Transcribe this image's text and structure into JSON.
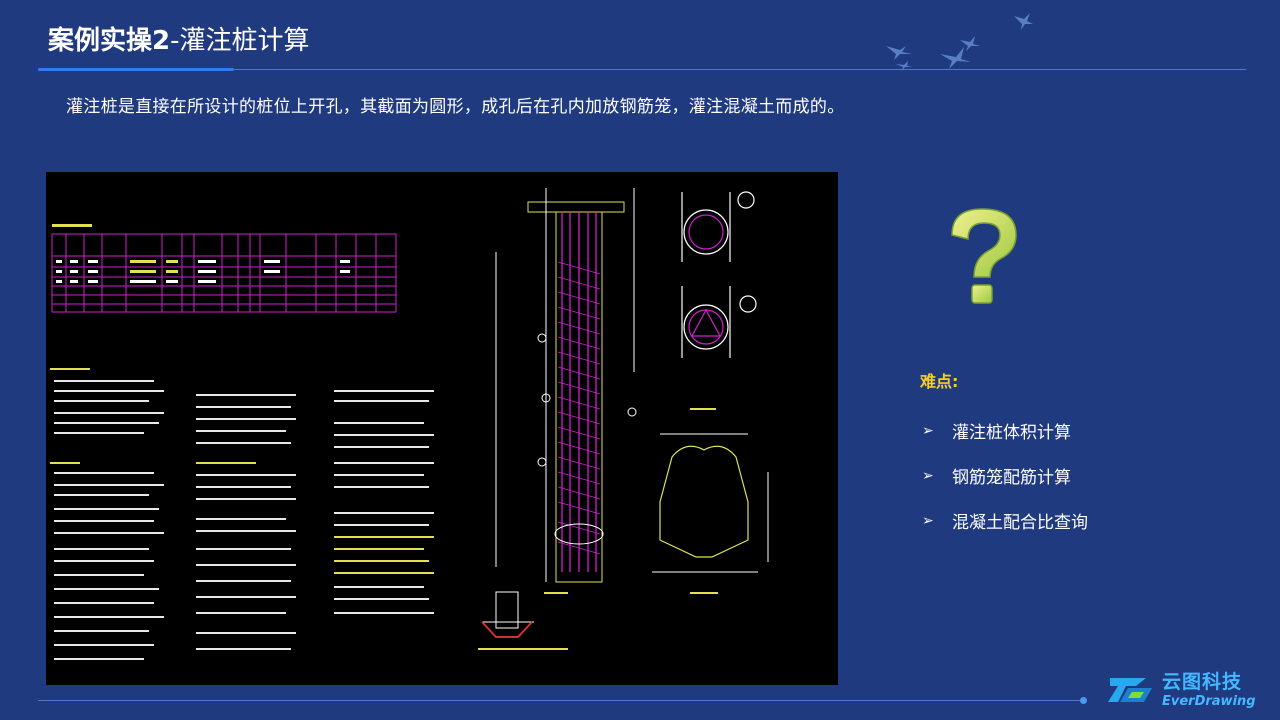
{
  "header": {
    "title_main": "案例实操2",
    "title_sub": "-灌注桩计算"
  },
  "intro_text": "灌注桩是直接在所设计的桩位上开孔，其截面为圆形，成孔后在孔内加放钢筋笼，灌注混凝土而成的。",
  "cad_drawing": {
    "icon": "cad-drawing-image"
  },
  "difficulties": {
    "title": "难点:",
    "items": [
      "灌注桩体积计算",
      "钢筋笼配筋计算",
      "混凝土配合比查询"
    ]
  },
  "branding": {
    "logo_cn": "云图科技",
    "logo_en": "EverDrawing"
  },
  "colors": {
    "background": "#1f3a7f",
    "accent_yellow": "#f5d020",
    "accent_blue": "#43b8ff",
    "question_mark": "#c8e06a"
  }
}
